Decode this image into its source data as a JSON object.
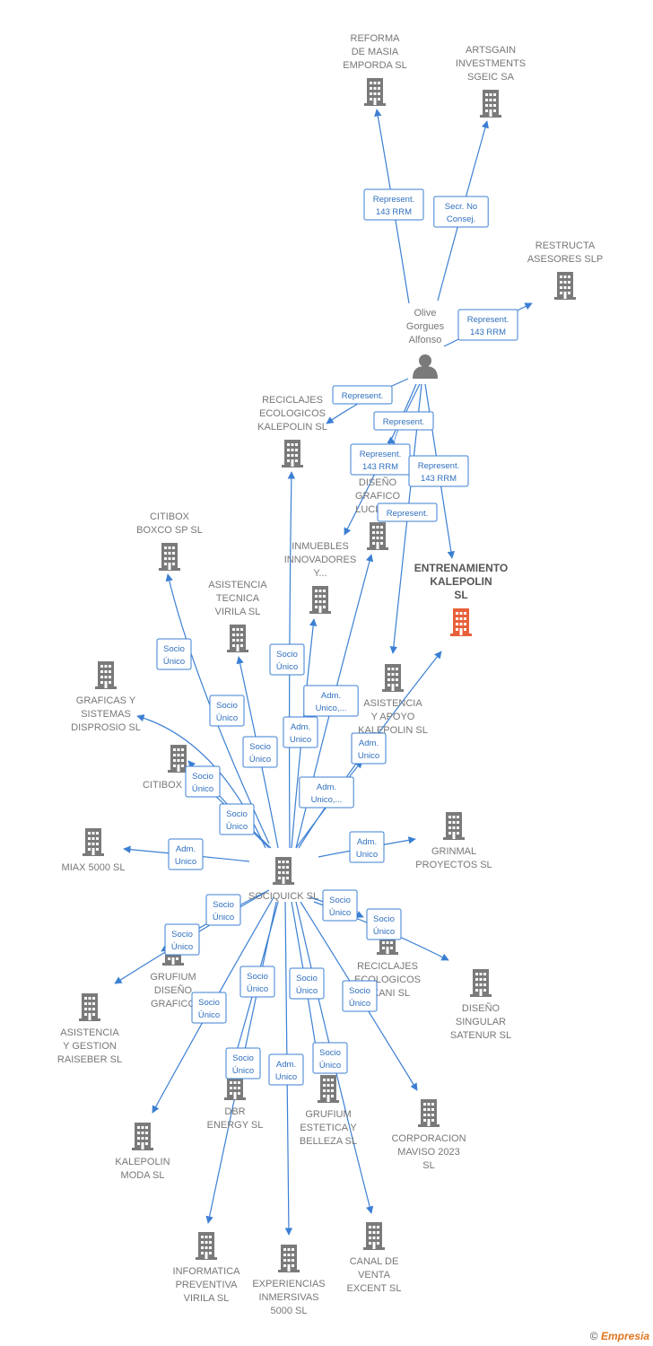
{
  "colors": {
    "edge": "#3b7fd3",
    "building": "#7a7a7a",
    "focus": "#e8603a",
    "person": "#7a7a7a"
  },
  "nodes": [
    {
      "id": "reforma",
      "lines": [
        "REFORMA",
        "DE MASIA",
        "EMPORDA  SL"
      ],
      "icon": "building-icon"
    },
    {
      "id": "artsgain",
      "lines": [
        "ARTSGAIN",
        "INVESTMENTS",
        "SGEIC SA"
      ],
      "icon": "building-icon"
    },
    {
      "id": "restructa",
      "lines": [
        "RESTRUCTA",
        "ASESORES SLP"
      ],
      "icon": "building-icon"
    },
    {
      "id": "olive",
      "lines": [
        "Olive",
        "Gorgues",
        "Alfonso"
      ],
      "icon": "person-icon"
    },
    {
      "id": "reciclajes_k",
      "lines": [
        "RECICLAJES",
        "ECOLOGICOS",
        "KALEPOLIN  SL"
      ],
      "icon": "building-icon"
    },
    {
      "id": "disenio_lucina",
      "lines": [
        "DISEÑO",
        "GRAFICO",
        "LUCINA..."
      ],
      "icon": "building-icon"
    },
    {
      "id": "citibox_boxco",
      "lines": [
        "CITIBOX",
        "BOXCO SP  SL"
      ],
      "icon": "building-icon"
    },
    {
      "id": "inmuebles",
      "lines": [
        "INMUEBLES",
        "INNOVADORES",
        "Y..."
      ],
      "icon": "building-icon"
    },
    {
      "id": "entrenamiento",
      "lines": [
        "ENTRENAMIENTO",
        "KALEPOLIN",
        "SL"
      ],
      "icon": "building-icon",
      "focus": true
    },
    {
      "id": "asistencia_tv",
      "lines": [
        "ASISTENCIA",
        "TECNICA",
        "VIRILA  SL"
      ],
      "icon": "building-icon"
    },
    {
      "id": "graficas",
      "lines": [
        "GRAFICAS Y",
        "SISTEMAS",
        "DISPROSIO  SL"
      ],
      "icon": "building-icon"
    },
    {
      "id": "asistencia_ak",
      "lines": [
        "ASISTENCIA",
        "Y APOYO",
        "KALEPOLIN  SL"
      ],
      "icon": "building-icon"
    },
    {
      "id": "citibox",
      "lines": [
        "CITIBOX"
      ],
      "icon": "building-icon"
    },
    {
      "id": "miax",
      "lines": [
        "MIAX 5000  SL"
      ],
      "icon": "building-icon"
    },
    {
      "id": "grinmal",
      "lines": [
        "GRINMAL",
        "PROYECTOS  SL"
      ],
      "icon": "building-icon"
    },
    {
      "id": "sociquick",
      "lines": [
        "SOCIQUICK  SL"
      ],
      "icon": "building-icon"
    },
    {
      "id": "grufium_dg",
      "lines": [
        "GRUFIUM",
        "DISEÑO",
        "GRAFICO"
      ],
      "icon": "building-icon"
    },
    {
      "id": "reciclajes_u",
      "lines": [
        "RECICLAJES",
        "ECOLOGICOS",
        "UKANI  SL"
      ],
      "icon": "building-icon"
    },
    {
      "id": "disenio_ss",
      "lines": [
        "DISEÑO",
        "SINGULAR",
        "SATENUR  SL"
      ],
      "icon": "building-icon"
    },
    {
      "id": "asistencia_gr",
      "lines": [
        "ASISTENCIA",
        "Y GESTION",
        "RAISEBER  SL"
      ],
      "icon": "building-icon"
    },
    {
      "id": "dbr",
      "lines": [
        "DBR",
        "ENERGY  SL"
      ],
      "icon": "building-icon"
    },
    {
      "id": "grufium_eb",
      "lines": [
        "GRUFIUM",
        "ESTETICA Y",
        "BELLEZA  SL"
      ],
      "icon": "building-icon"
    },
    {
      "id": "corporacion",
      "lines": [
        "CORPORACION",
        "MAVISO 2023",
        "SL"
      ],
      "icon": "building-icon"
    },
    {
      "id": "kalepolin_moda",
      "lines": [
        "KALEPOLIN",
        "MODA  SL"
      ],
      "icon": "building-icon"
    },
    {
      "id": "informatica",
      "lines": [
        "INFORMATICA",
        "PREVENTIVA",
        "VIRILA  SL"
      ],
      "icon": "building-icon"
    },
    {
      "id": "experiencias",
      "lines": [
        "EXPERIENCIAS",
        "INMERSIVAS",
        "5000  SL"
      ],
      "icon": "building-icon"
    },
    {
      "id": "canal",
      "lines": [
        "CANAL DE",
        "VENTA",
        "EXCENT  SL"
      ],
      "icon": "building-icon"
    }
  ],
  "edges": [
    {
      "from": "olive",
      "to": "reforma",
      "lines": [
        "Represent.",
        "143 RRM"
      ]
    },
    {
      "from": "olive",
      "to": "artsgain",
      "lines": [
        "Secr.  No",
        "Consej."
      ]
    },
    {
      "from": "olive",
      "to": "restructa",
      "lines": [
        "Represent.",
        "143 RRM"
      ]
    },
    {
      "from": "olive",
      "to": "reciclajes_k",
      "lines": [
        "Represent."
      ]
    },
    {
      "from": "olive",
      "to": "disenio_lucina",
      "lines": [
        "Represent."
      ]
    },
    {
      "from": "olive",
      "to": "inmuebles",
      "lines": [
        "Represent.",
        "143 RRM"
      ]
    },
    {
      "from": "olive",
      "to": "entrenamiento",
      "lines": [
        "Represent.",
        "143 RRM"
      ]
    },
    {
      "from": "olive",
      "to": "asistencia_ak",
      "lines": [
        "Represent."
      ]
    },
    {
      "from": "sociquick",
      "to": "citibox_boxco",
      "lines": [
        "Socio",
        "Único"
      ]
    },
    {
      "from": "sociquick",
      "to": "reciclajes_k",
      "lines": [
        "Socio",
        "Único"
      ]
    },
    {
      "from": "sociquick",
      "to": "asistencia_tv",
      "lines": [
        "Socio",
        "Único"
      ]
    },
    {
      "from": "sociquick",
      "to": "inmuebles",
      "lines": [
        "Adm.",
        "Unico"
      ]
    },
    {
      "from": "sociquick",
      "to": "disenio_lucina",
      "lines": [
        "Adm.",
        "Unico,..."
      ]
    },
    {
      "from": "sociquick",
      "to": "entrenamiento",
      "lines": [
        "Adm.",
        "Unico,..."
      ]
    },
    {
      "from": "sociquick",
      "to": "asistencia_ak",
      "lines": [
        "Adm.",
        "Unico"
      ]
    },
    {
      "from": "sociquick",
      "to": "graficas",
      "lines": [
        "Socio",
        "Único"
      ]
    },
    {
      "from": "sociquick",
      "to": "citibox",
      "lines": [
        "Socio",
        "Único"
      ]
    },
    {
      "from": "sociquick",
      "to": "citibox_boxco",
      "lines": [
        "Socio",
        "Único"
      ]
    },
    {
      "from": "sociquick",
      "to": "miax",
      "lines": [
        "Adm.",
        "Unico"
      ]
    },
    {
      "from": "sociquick",
      "to": "grinmal",
      "lines": [
        "Adm.",
        "Unico"
      ]
    },
    {
      "from": "sociquick",
      "to": "grufium_dg",
      "lines": [
        "Socio",
        "Único"
      ]
    },
    {
      "from": "sociquick",
      "to": "asistencia_gr",
      "lines": [
        "Socio",
        "Único"
      ]
    },
    {
      "from": "sociquick",
      "to": "reciclajes_u",
      "lines": [
        "Socio",
        "Único"
      ]
    },
    {
      "from": "sociquick",
      "to": "disenio_ss",
      "lines": [
        "Socio",
        "Único"
      ]
    },
    {
      "from": "sociquick",
      "to": "kalepolin_moda",
      "lines": [
        "Socio",
        "Único"
      ]
    },
    {
      "from": "sociquick",
      "to": "dbr",
      "lines": [
        "Socio",
        "Único"
      ]
    },
    {
      "from": "sociquick",
      "to": "grufium_eb",
      "lines": [
        "Socio",
        "Único"
      ]
    },
    {
      "from": "sociquick",
      "to": "corporacion",
      "lines": [
        "Socio",
        "Único"
      ]
    },
    {
      "from": "sociquick",
      "to": "informatica",
      "lines": [
        "Socio",
        "Único"
      ]
    },
    {
      "from": "sociquick",
      "to": "experiencias",
      "lines": [
        "Adm.",
        "Unico"
      ]
    },
    {
      "from": "sociquick",
      "to": "canal",
      "lines": [
        "Socio",
        "Único"
      ]
    }
  ],
  "footer": {
    "copyright": "©",
    "brand": "Empresia"
  }
}
